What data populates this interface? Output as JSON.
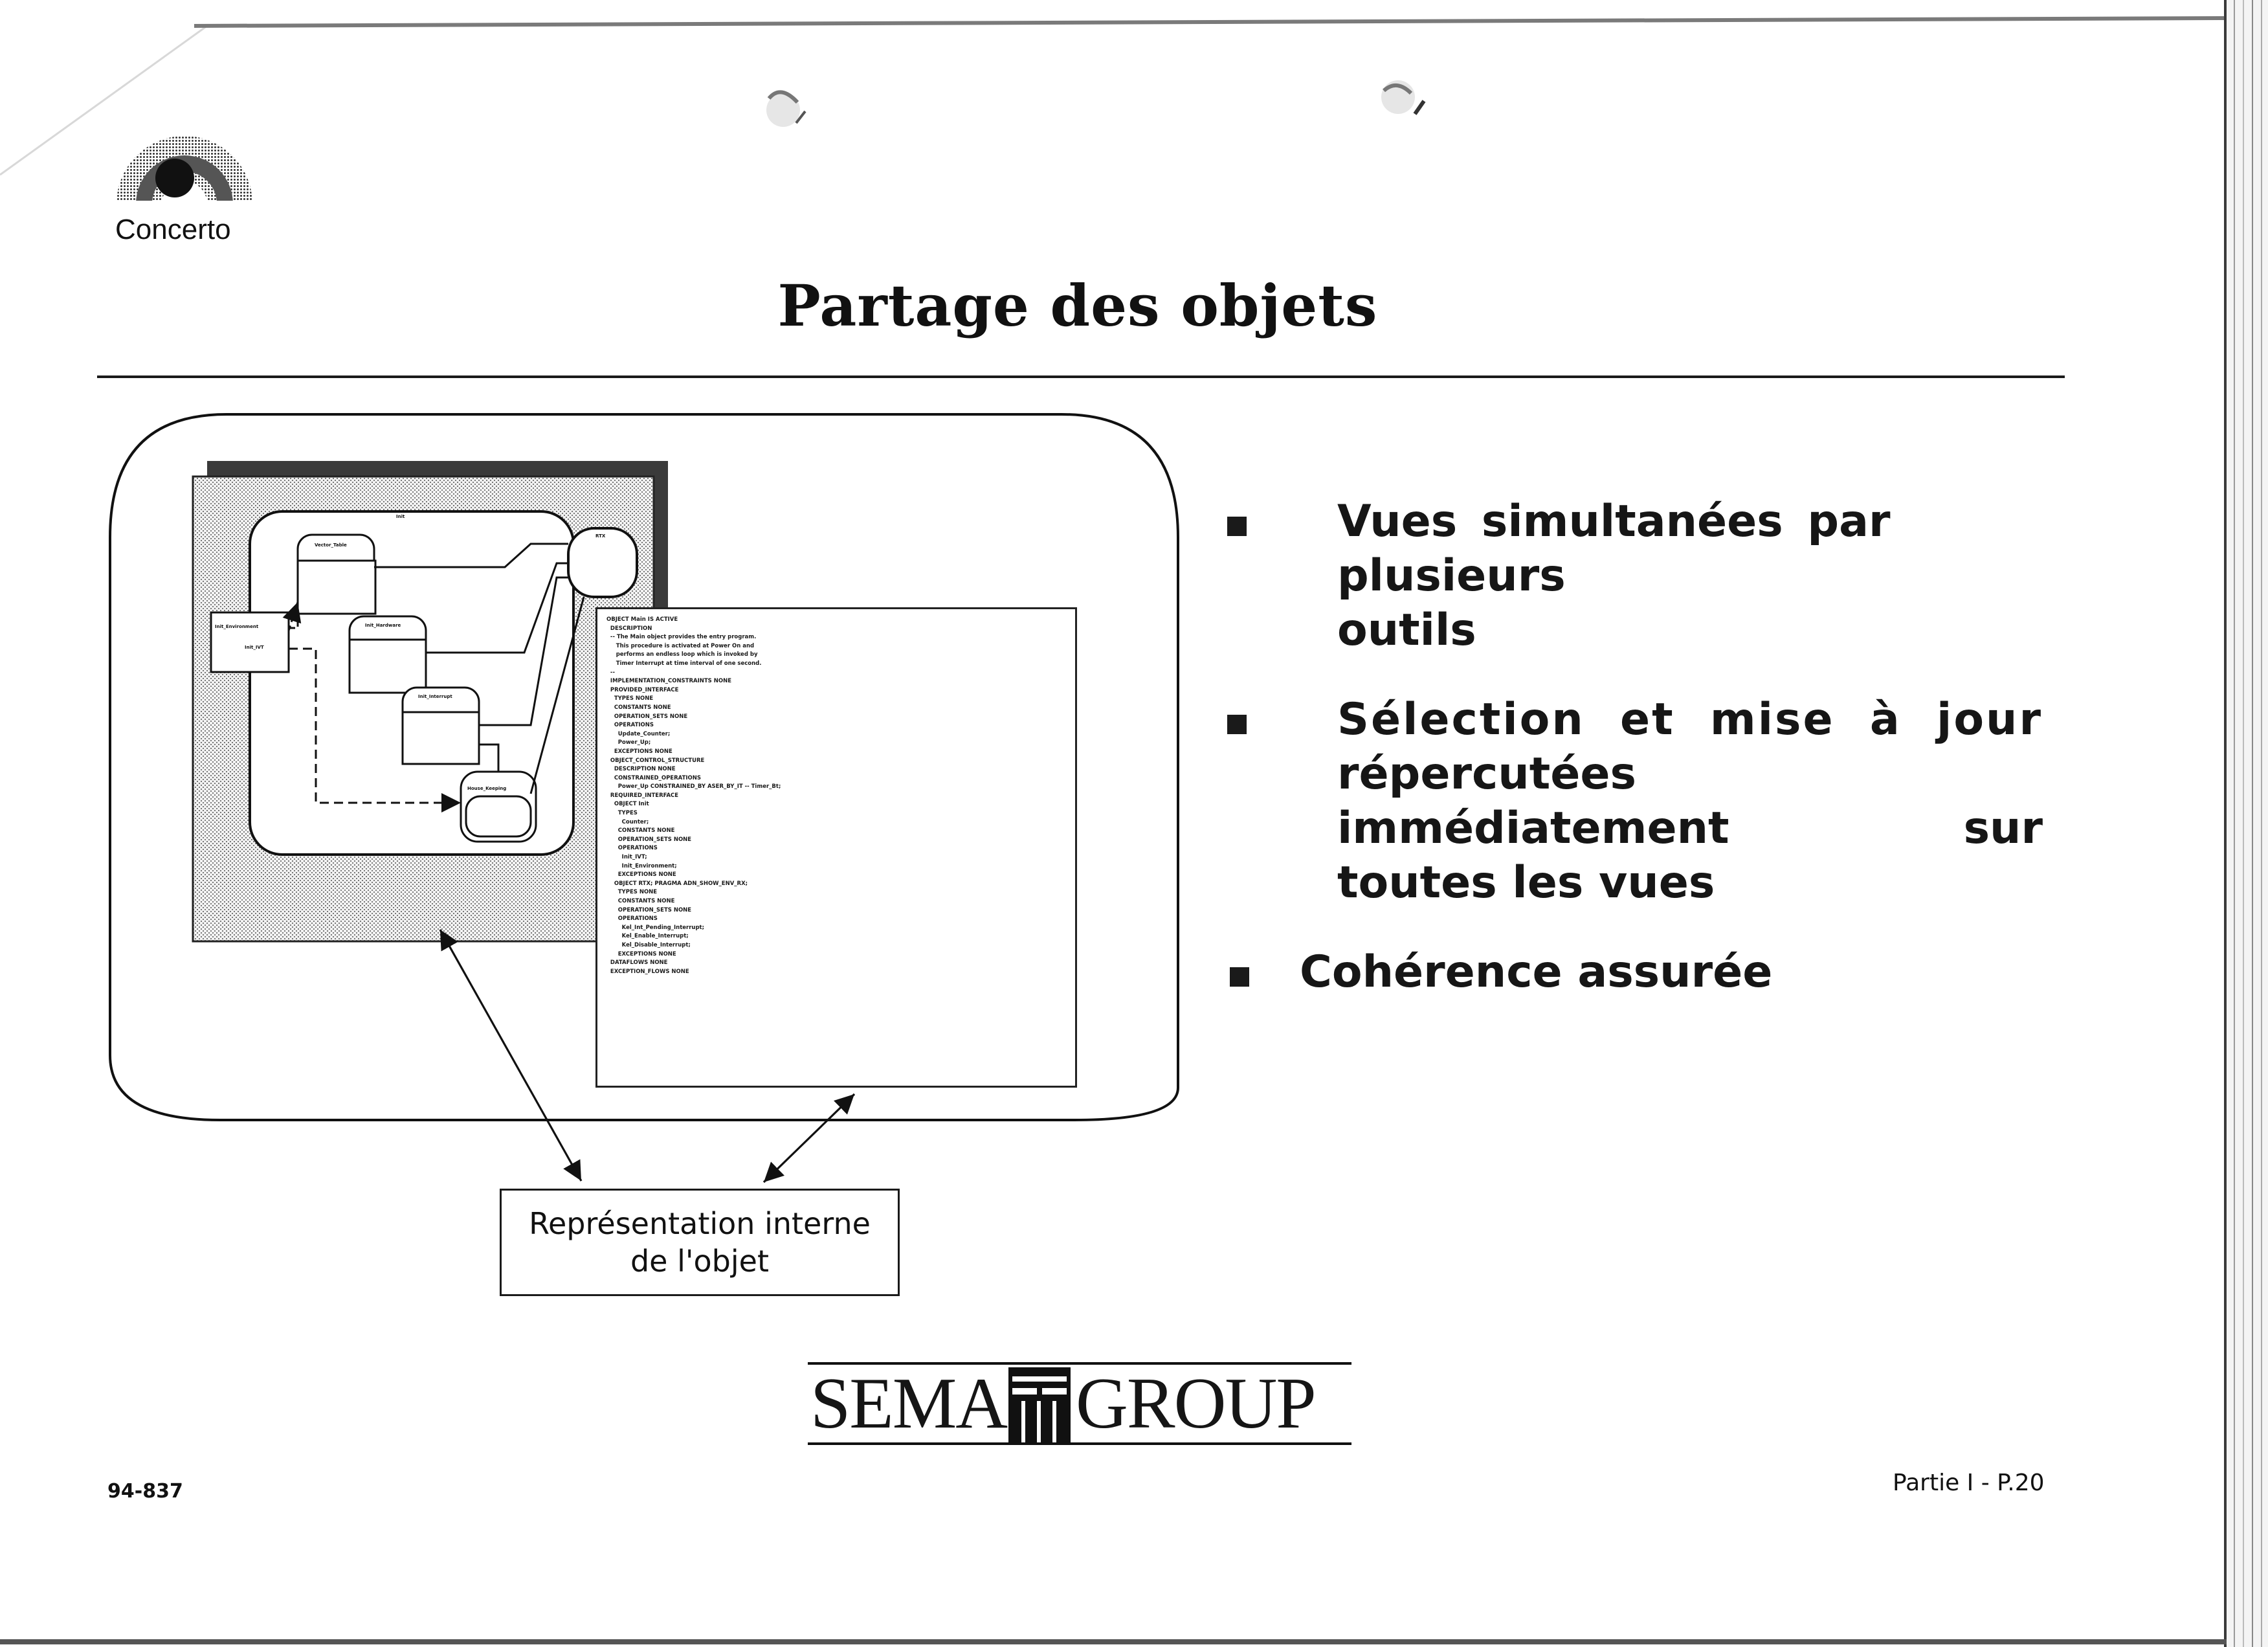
{
  "header": {
    "logo_label": "Concerto",
    "title": "Partage des objets"
  },
  "bullets": [
    {
      "lines": [
        "Vues simultanées par plusieurs",
        "outils"
      ]
    },
    {
      "lines": [
        "Sélection et mise à jour",
        "répercutées immédiatement sur",
        "toutes les vues"
      ]
    },
    {
      "lines": [
        "Cohérence assurée"
      ]
    }
  ],
  "diagram": {
    "outer_label": "Init",
    "boxes": {
      "vector_table": "Vector_Table",
      "init_hardware": "Init_Hardware",
      "init_interrupts": "Init_Interrupt",
      "house_keeping": "House_Keeping",
      "rtx": "RTX",
      "init_environment": "Init_Environment",
      "init_ivt": "Init_IVT"
    },
    "code_lines": [
      "OBJECT Main IS ACTIVE",
      "  DESCRIPTION",
      "  -- The Main object provides the entry program.",
      "     This procedure is activated at Power On and",
      "     performs an endless loop which is invoked by",
      "     Timer Interrupt at time interval of one second.",
      "  --",
      "  IMPLEMENTATION_CONSTRAINTS NONE",
      "  PROVIDED_INTERFACE",
      "    TYPES NONE",
      "    CONSTANTS NONE",
      "    OPERATION_SETS NONE",
      "    OPERATIONS",
      "      Update_Counter;",
      "      Power_Up;",
      "    EXCEPTIONS NONE",
      "  OBJECT_CONTROL_STRUCTURE",
      "    DESCRIPTION NONE",
      "    CONSTRAINED_OPERATIONS",
      "      Power_Up CONSTRAINED_BY ASER_BY_IT -- Timer_Bt;",
      "  REQUIRED_INTERFACE",
      "    OBJECT Init",
      "      TYPES",
      "        Counter;",
      "      CONSTANTS NONE",
      "      OPERATION_SETS NONE",
      "      OPERATIONS",
      "        Init_IVT;",
      "        Init_Environment;",
      "      EXCEPTIONS NONE",
      "    OBJECT RTX; PRAGMA ADN_SHOW_ENV_RX;",
      "      TYPES NONE",
      "      CONSTANTS NONE",
      "      OPERATION_SETS NONE",
      "      OPERATIONS",
      "        Kel_Int_Pending_Interrupt;",
      "        Kel_Enable_Interrupt;",
      "        Kel_Disable_Interrupt;",
      "      EXCEPTIONS NONE",
      "  DATAFLOWS NONE",
      "  EXCEPTION_FLOWS NONE"
    ],
    "caption_lines": [
      "Représentation interne",
      "de l'objet"
    ]
  },
  "footer": {
    "brand_left": "SEMA",
    "brand_right": "GROUP",
    "doc_ref": "94-837",
    "page": "Partie I - P.20"
  }
}
